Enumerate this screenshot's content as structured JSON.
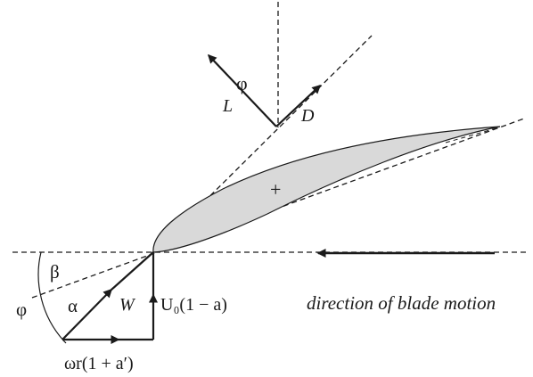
{
  "labels": {
    "phi_top": "φ",
    "lift": "L",
    "drag": "D",
    "centre_mark": "+",
    "beta": "β",
    "alpha": "α",
    "phi_left": "φ",
    "relative_velocity": "W",
    "axial_velocity": "U₀(1 − a)",
    "rotational_velocity": "ωr(1 + a′)",
    "blade_motion": "direction of blade motion"
  },
  "colors": {
    "line": "#1a1a1a",
    "airfoil_fill": "#d9d9d9"
  }
}
